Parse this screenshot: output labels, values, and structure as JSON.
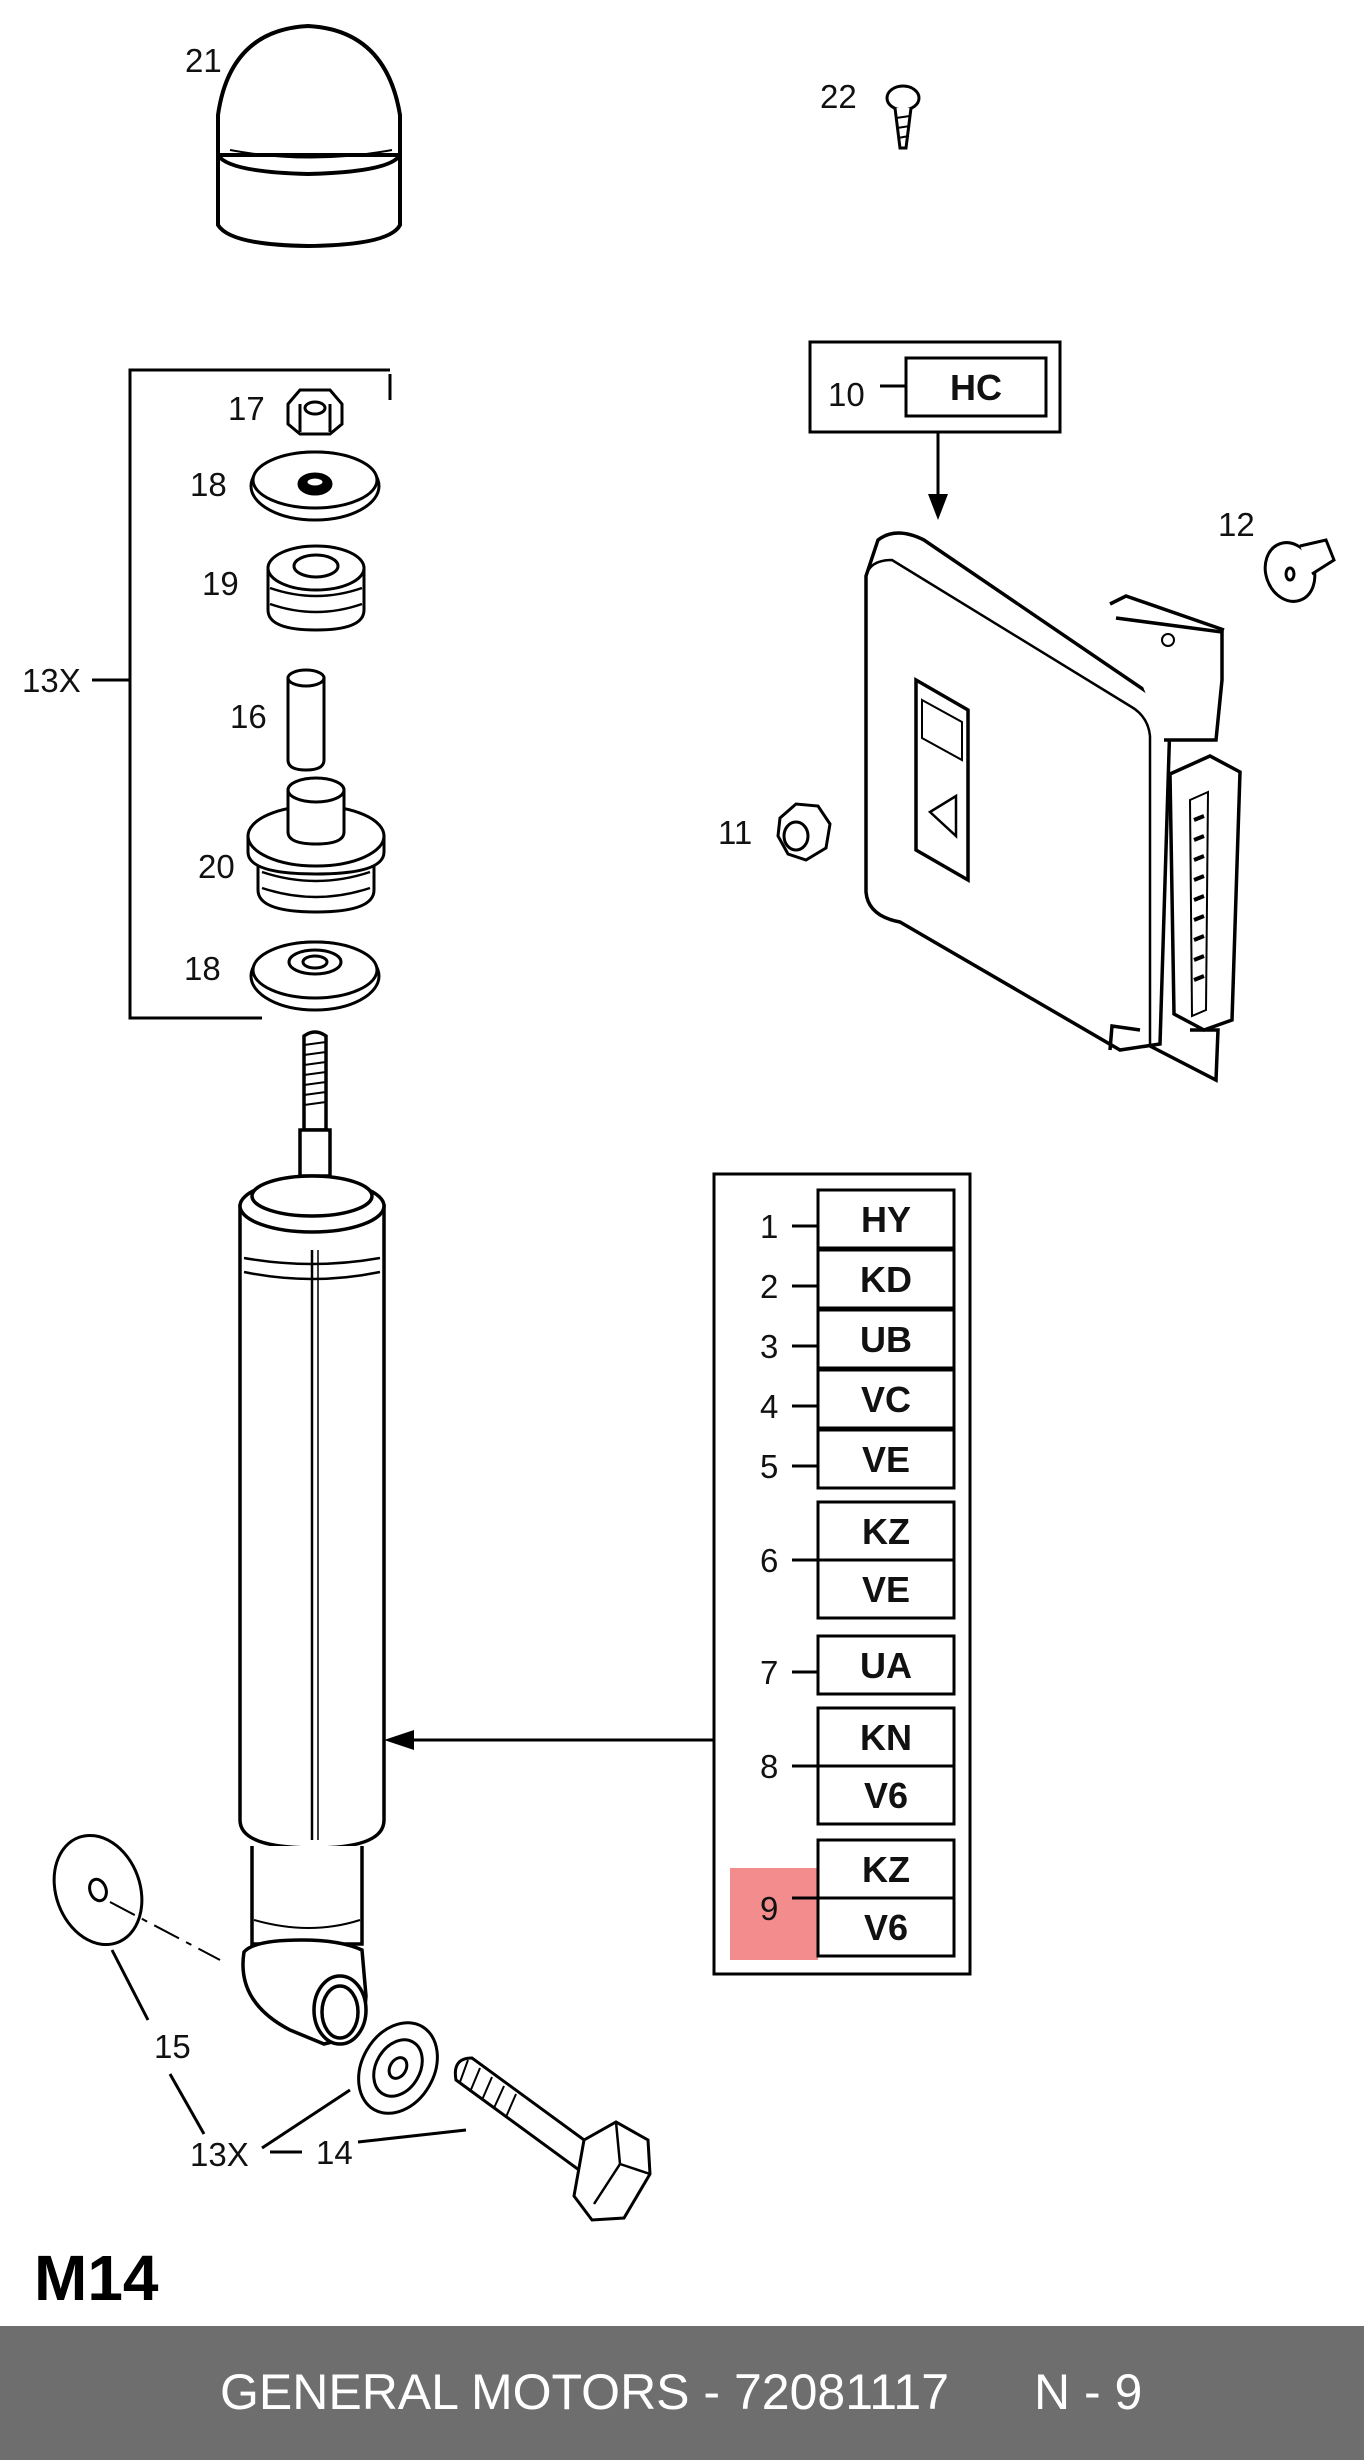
{
  "diagram": {
    "page_code": "M14",
    "callouts": [
      {
        "id": "c21",
        "text": "21"
      },
      {
        "id": "c22",
        "text": "22"
      },
      {
        "id": "c17",
        "text": "17"
      },
      {
        "id": "c18a",
        "text": "18"
      },
      {
        "id": "c19",
        "text": "19"
      },
      {
        "id": "c13x_top",
        "text": "13X"
      },
      {
        "id": "c16",
        "text": "16"
      },
      {
        "id": "c20",
        "text": "20"
      },
      {
        "id": "c18b",
        "text": "18"
      },
      {
        "id": "c10",
        "text": "10"
      },
      {
        "id": "c12",
        "text": "12"
      },
      {
        "id": "c11",
        "text": "11"
      },
      {
        "id": "c15",
        "text": "15"
      },
      {
        "id": "c13x_bottom",
        "text": "13X"
      },
      {
        "id": "c14",
        "text": "14"
      }
    ],
    "top_code_box": {
      "number": "10",
      "code": "HC"
    },
    "variant_table": [
      {
        "number": "1",
        "codes": [
          "HY"
        ]
      },
      {
        "number": "2",
        "codes": [
          "KD"
        ]
      },
      {
        "number": "3",
        "codes": [
          "UB"
        ]
      },
      {
        "number": "4",
        "codes": [
          "VC"
        ]
      },
      {
        "number": "5",
        "codes": [
          "VE"
        ]
      },
      {
        "number": "6",
        "codes": [
          "KZ",
          "VE"
        ]
      },
      {
        "number": "7",
        "codes": [
          "UA"
        ]
      },
      {
        "number": "8",
        "codes": [
          "KN",
          "V6"
        ]
      },
      {
        "number": "9",
        "codes": [
          "KZ",
          "V6"
        ],
        "highlighted": true
      }
    ],
    "highlight_color": "#f28080"
  },
  "footer": {
    "title": "GENERAL MOTORS - 72081117",
    "page": "N - 9",
    "background": "#6e6e6e"
  }
}
